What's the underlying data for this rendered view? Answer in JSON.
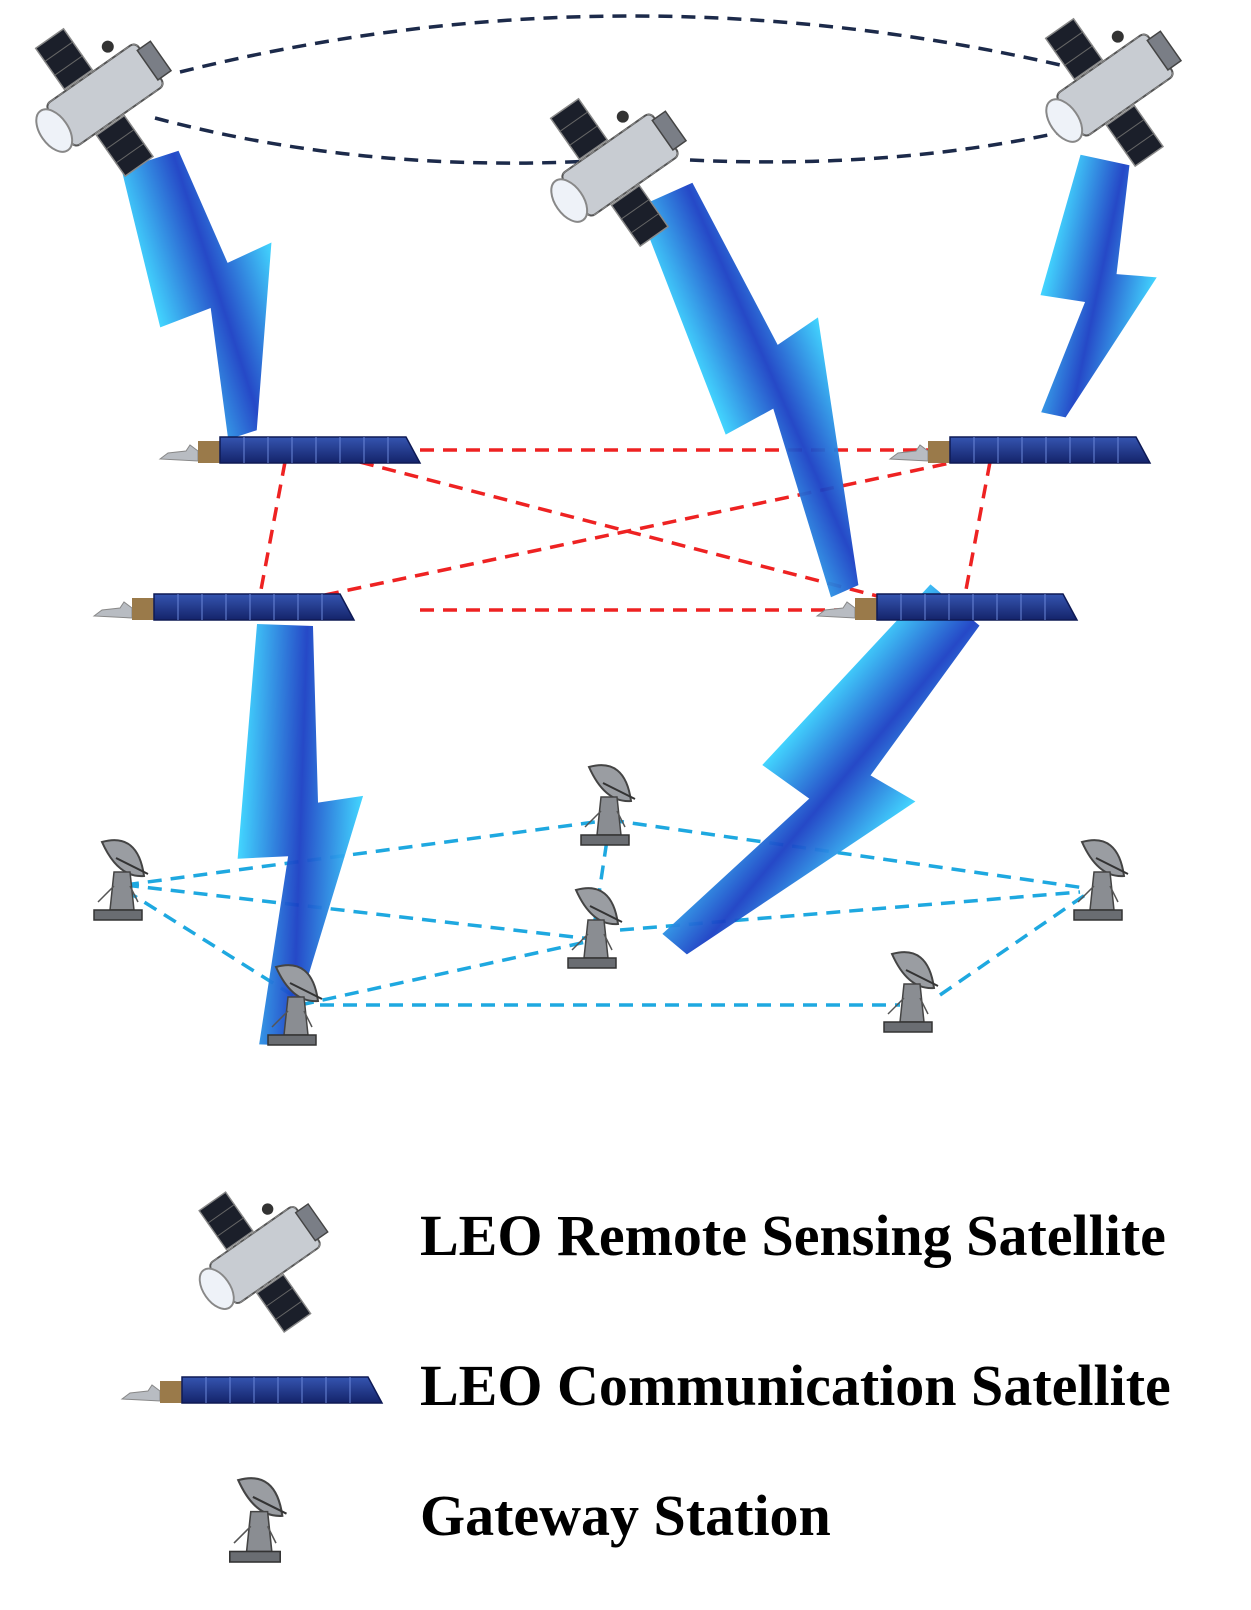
{
  "colors": {
    "rs_links": "#1c2a4a",
    "comm_links": "#ee2222",
    "ground_links": "#1ea8e0",
    "comm_panel": "#26418f",
    "comm_panel_dark": "#14236a",
    "beam_light": "#39d4ff",
    "beam_dark": "#1a3fc4",
    "rs_body": "#c8ccd2",
    "rs_panel": "#1b1f2a",
    "antenna": "#8a8d92"
  },
  "icons": {
    "remote_sensing_satellite": "hubble-style-satellite-icon",
    "communication_satellite": "solar-panel-satellite-icon",
    "gateway_station": "dish-antenna-icon",
    "link": "lightning-beam-icon"
  },
  "legend": {
    "remote_sensing": "LEO Remote Sensing Satellite",
    "communication": "LEO Communication Satellite",
    "gateway": "Gateway Station"
  }
}
